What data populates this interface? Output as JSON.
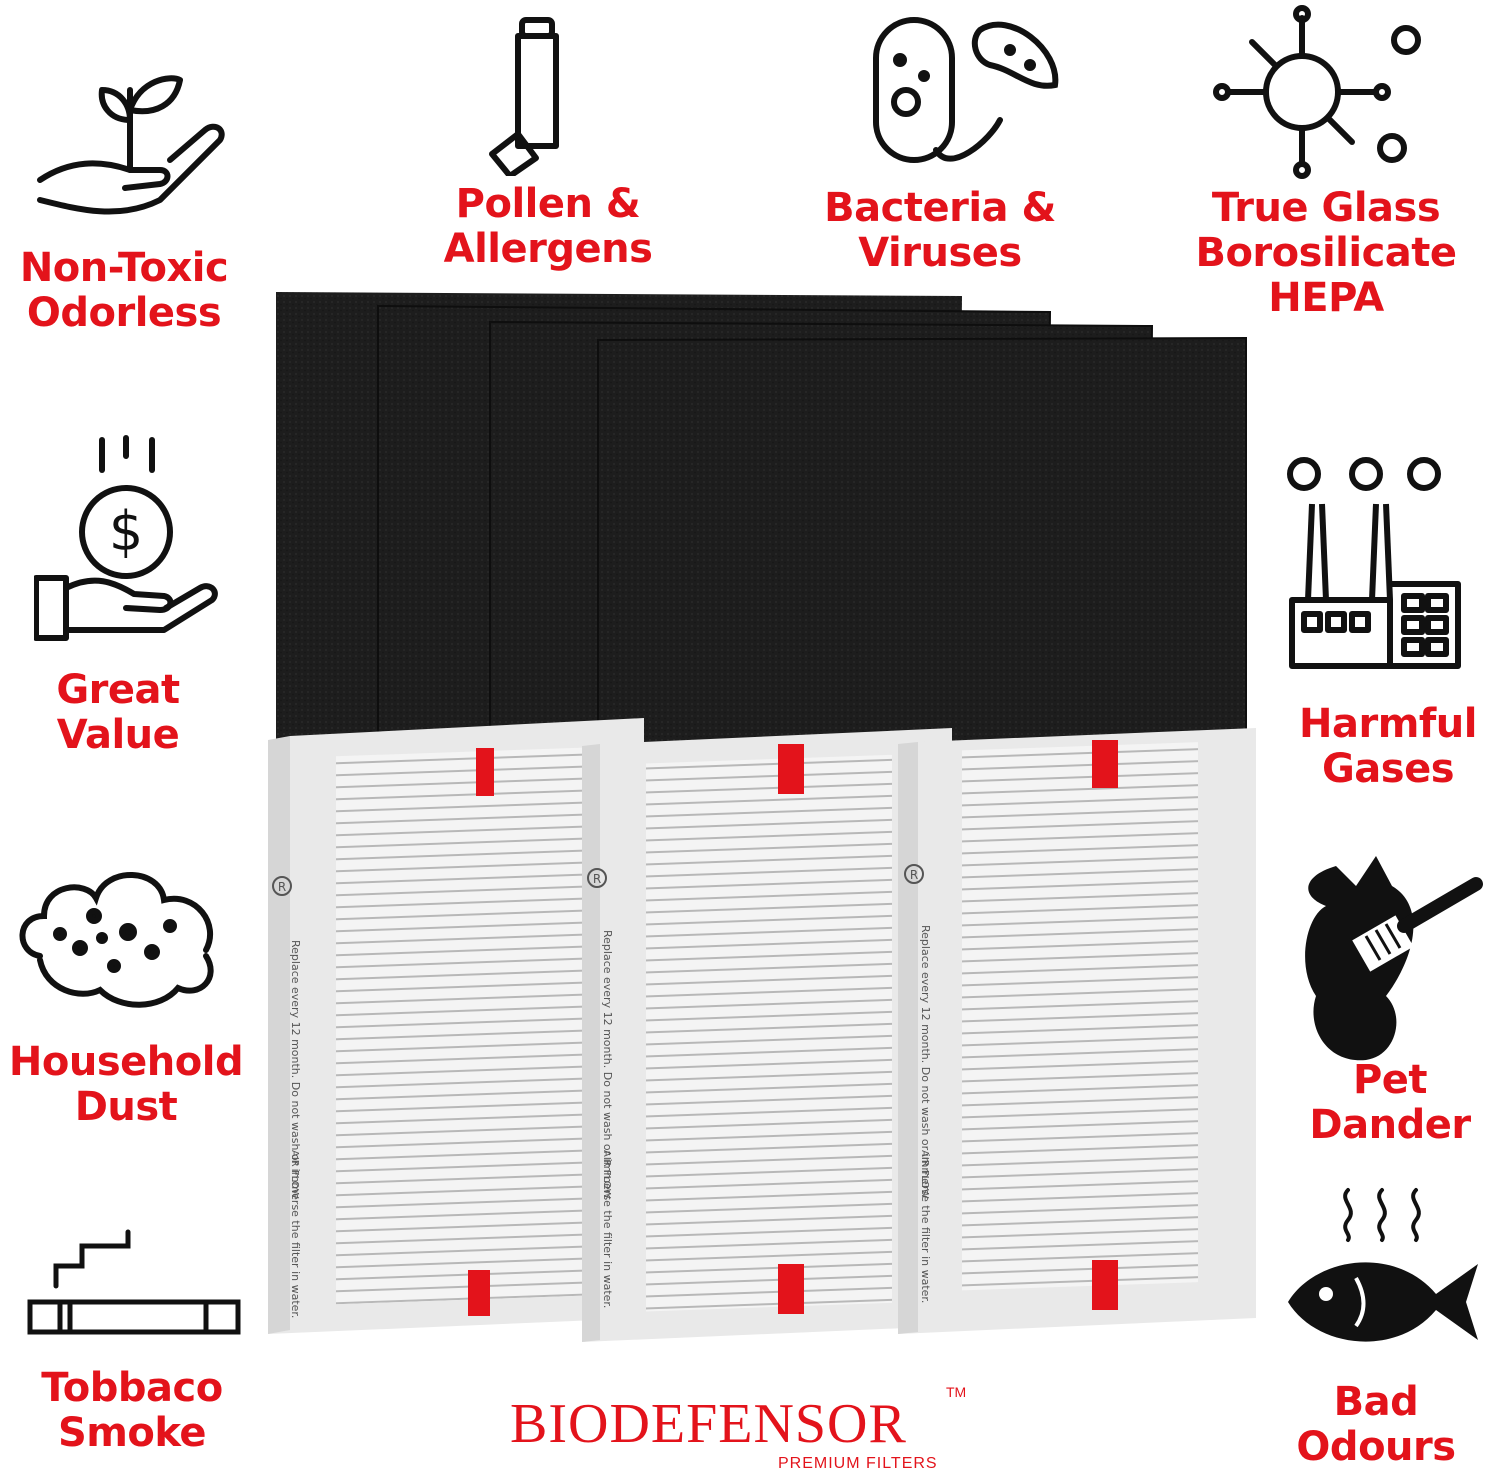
{
  "features": [
    {
      "id": "non-toxic",
      "icon": "plant-in-hand-icon",
      "lines": [
        "Non-Toxic",
        "Odorless"
      ]
    },
    {
      "id": "pollen",
      "icon": "inhaler-icon",
      "lines": [
        "Pollen &",
        "Allergens"
      ]
    },
    {
      "id": "bacteria",
      "icon": "bacteria-icon",
      "lines": [
        "Bacteria &",
        "Viruses"
      ]
    },
    {
      "id": "hepa",
      "icon": "virus-molecule-icon",
      "lines": [
        "True Glass",
        "Borosilicate",
        "HEPA"
      ]
    },
    {
      "id": "value",
      "icon": "coin-in-hand-icon",
      "lines": [
        "Great",
        "Value"
      ]
    },
    {
      "id": "gases",
      "icon": "factory-icon",
      "lines": [
        "Harmful",
        "Gases"
      ]
    },
    {
      "id": "dust",
      "icon": "dust-cloud-icon",
      "lines": [
        "Household",
        "Dust"
      ]
    },
    {
      "id": "dander",
      "icon": "pet-brush-icon",
      "lines": [
        "Pet",
        "Dander"
      ]
    },
    {
      "id": "smoke",
      "icon": "cigarette-icon",
      "lines": [
        "Tobbaco",
        "Smoke"
      ]
    },
    {
      "id": "odours",
      "icon": "fish-odour-icon",
      "lines": [
        "Bad",
        "Odours"
      ]
    }
  ],
  "brand": {
    "name": "BIODEFENSOR",
    "trademark": "TM",
    "tagline": "PREMIUM FILTERS"
  },
  "filter_print": {
    "logo": "R",
    "text": "Replace every 12 month. Do not wash or immerse the filter in water.",
    "airflow": "AIR FLOW"
  },
  "colors": {
    "accent": "#e3131b",
    "icon": "#111111",
    "carbon": "#1c1c1c",
    "hepa": "#f2f2f2"
  }
}
